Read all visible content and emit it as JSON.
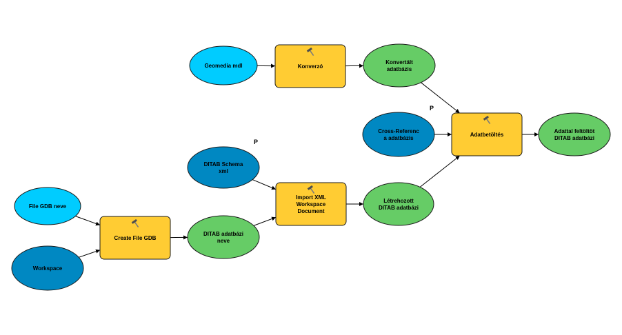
{
  "colors": {
    "input_light": "#00CCFF",
    "input_dark": "#0088C2",
    "tool": "#FFCC33",
    "output": "#66CC66",
    "stroke": "#1A1A1A",
    "connector": "#000000"
  },
  "icons": {
    "tool": "hammer-icon"
  },
  "parameter_marks": [
    "P",
    "P"
  ],
  "nodes": [
    {
      "id": "geomedia-mdl",
      "kind": "input-light",
      "lines": [
        "Geomedia mdl"
      ]
    },
    {
      "id": "konverzo",
      "kind": "tool",
      "lines": [
        "Konverzó"
      ]
    },
    {
      "id": "konvertalt",
      "kind": "output",
      "lines": [
        "Konvertált",
        "adatbázis"
      ]
    },
    {
      "id": "cross-reference",
      "kind": "input-dark",
      "lines": [
        "Cross-Referenc",
        "a adatbázis"
      ]
    },
    {
      "id": "adatbetoltes",
      "kind": "tool",
      "lines": [
        "Adatbetöltés"
      ]
    },
    {
      "id": "adattal-feltoltott",
      "kind": "output",
      "lines": [
        "Adattal feltöltöt",
        "DITAB adatbázi"
      ]
    },
    {
      "id": "ditab-schema",
      "kind": "input-dark",
      "lines": [
        "DITAB Schema",
        "xml"
      ]
    },
    {
      "id": "import-xml",
      "kind": "tool",
      "lines": [
        "Import XML",
        "Workspace",
        "Document"
      ]
    },
    {
      "id": "letrehozott",
      "kind": "output",
      "lines": [
        "Létrehozott",
        "DITAB adatbázi"
      ]
    },
    {
      "id": "file-gdb-neve",
      "kind": "input-light",
      "lines": [
        "File GDB neve"
      ]
    },
    {
      "id": "create-file-gdb",
      "kind": "tool",
      "lines": [
        "Create File GDB"
      ]
    },
    {
      "id": "ditab-adatbazis-neve",
      "kind": "output",
      "lines": [
        "DITAB adatbázi",
        "neve"
      ]
    },
    {
      "id": "workspace",
      "kind": "input-dark",
      "lines": [
        "Workspace"
      ]
    }
  ],
  "connections": [
    [
      "geomedia-mdl",
      "konverzo"
    ],
    [
      "konverzo",
      "konvertalt"
    ],
    [
      "konvertalt",
      "adatbetoltes"
    ],
    [
      "cross-reference",
      "adatbetoltes"
    ],
    [
      "letrehozott",
      "adatbetoltes"
    ],
    [
      "adatbetoltes",
      "adattal-feltoltott"
    ],
    [
      "ditab-schema",
      "import-xml"
    ],
    [
      "ditab-adatbazis-neve",
      "import-xml"
    ],
    [
      "import-xml",
      "letrehozott"
    ],
    [
      "file-gdb-neve",
      "create-file-gdb"
    ],
    [
      "workspace",
      "create-file-gdb"
    ],
    [
      "create-file-gdb",
      "ditab-adatbazis-neve"
    ]
  ]
}
